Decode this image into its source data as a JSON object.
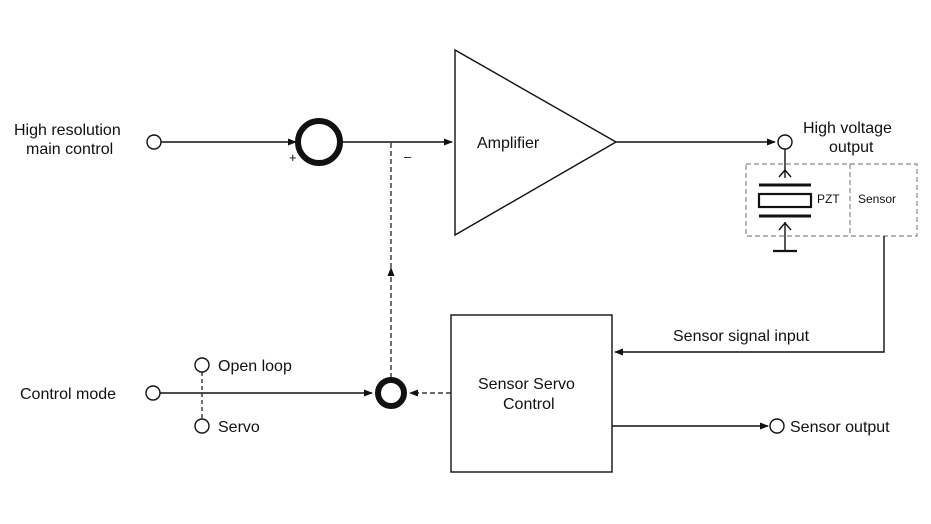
{
  "labels": {
    "input_main_line1": "High resolution",
    "input_main_line2": "main control",
    "plus_sign": "+",
    "minus_sign": "–",
    "amplifier": "Amplifier",
    "output_hv_line1": "High voltage",
    "output_hv_line2": "output",
    "pzt": "PZT",
    "sensor": "Sensor",
    "sensor_signal_input": "Sensor signal input",
    "control_mode": "Control mode",
    "open_loop": "Open loop",
    "servo": "Servo",
    "servo_block_line1": "Sensor Servo",
    "servo_block_line2": "Control",
    "sensor_output": "Sensor output"
  },
  "colors": {
    "line": "#111111",
    "dashed_box": "#888888",
    "background": "#ffffff"
  }
}
